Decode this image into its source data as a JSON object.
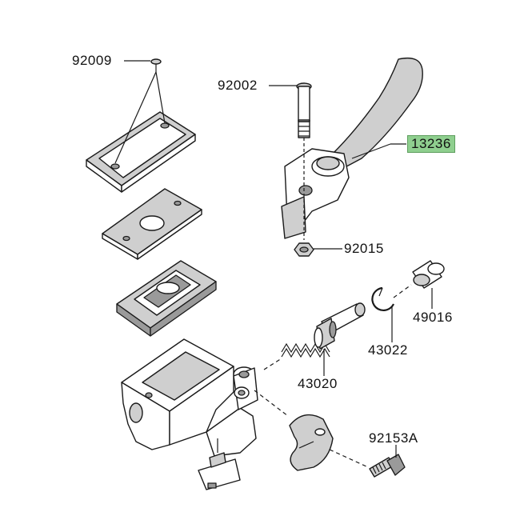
{
  "parts": [
    {
      "id": "part-92009",
      "number": "92009",
      "highlighted": false
    },
    {
      "id": "part-92002",
      "number": "92002",
      "highlighted": false
    },
    {
      "id": "part-13236",
      "number": "13236",
      "highlighted": true
    },
    {
      "id": "part-92015",
      "number": "92015",
      "highlighted": false
    },
    {
      "id": "part-49016",
      "number": "49016",
      "highlighted": false
    },
    {
      "id": "part-43022",
      "number": "43022",
      "highlighted": false
    },
    {
      "id": "part-43020",
      "number": "43020",
      "highlighted": false
    },
    {
      "id": "part-92153A",
      "number": "92153A",
      "highlighted": false
    }
  ],
  "colors": {
    "highlight": "#8fcf8f",
    "line": "#1a1a1a",
    "shade": "#cfcfcf"
  }
}
